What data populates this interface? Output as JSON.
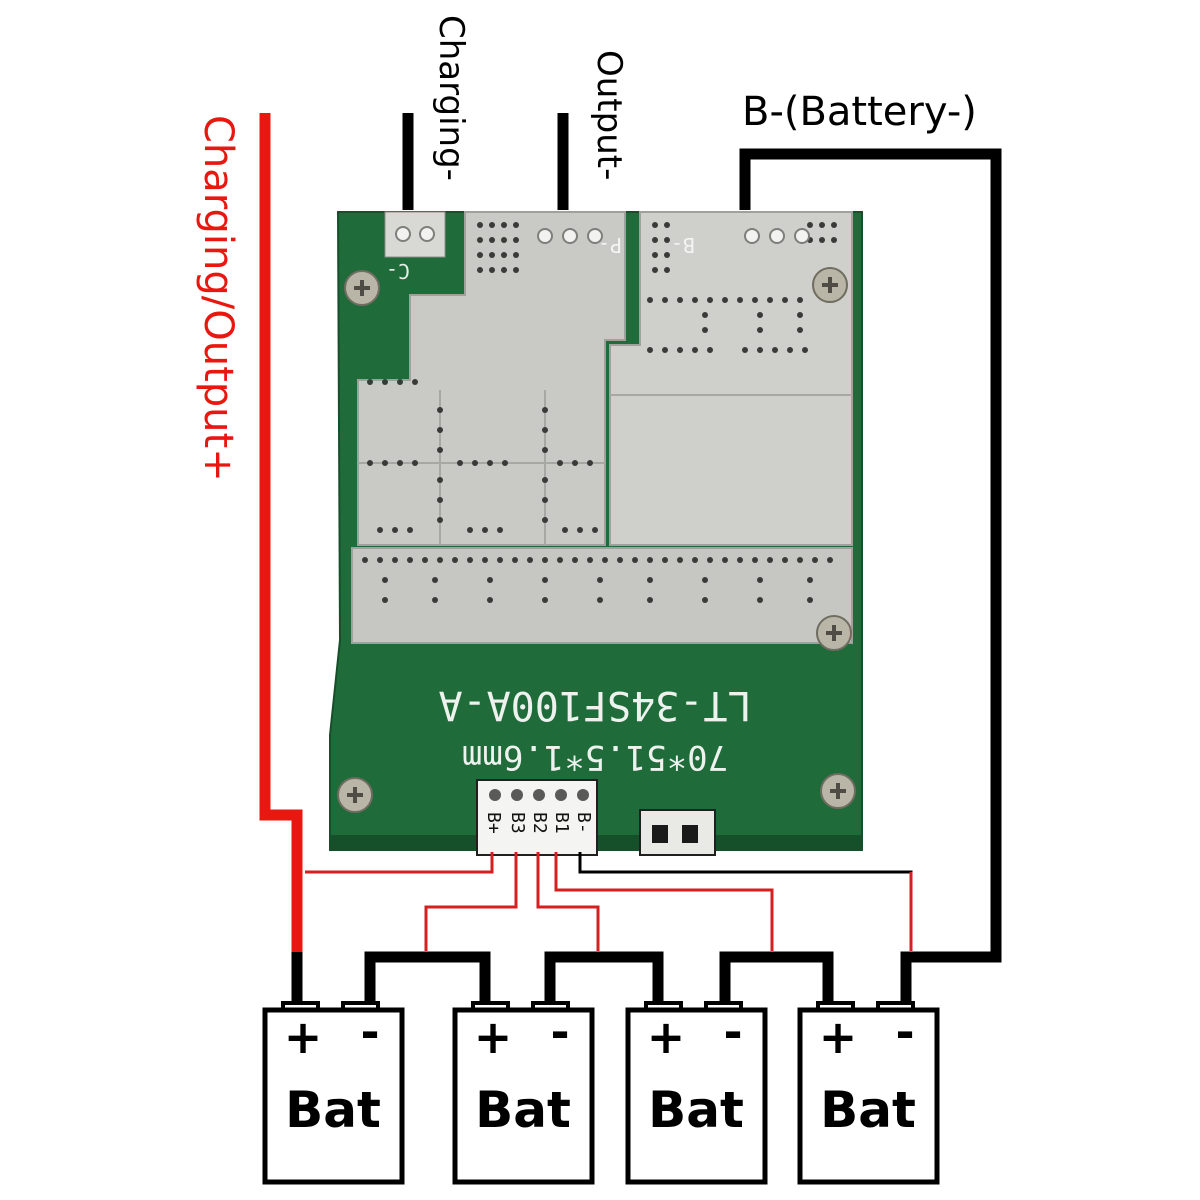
{
  "labels": {
    "charging_output_plus": "Charging/Output+",
    "charging_minus": "Charging-",
    "output_minus": "Output-",
    "b_minus_battery": "B-(Battery-)"
  },
  "board": {
    "model": "LT-34SF100A-A",
    "dimensions": "70*51.5*1.6mm",
    "pad_c": "C-",
    "pad_p": "P-",
    "pad_b": "B-"
  },
  "connector_pins": [
    "B+",
    "B3",
    "B2",
    "B1",
    "B-"
  ],
  "batteries": [
    {
      "plus": "+",
      "minus": "-",
      "label": "Bat"
    },
    {
      "plus": "+",
      "minus": "-",
      "label": "Bat"
    },
    {
      "plus": "+",
      "minus": "-",
      "label": "Bat"
    },
    {
      "plus": "+",
      "minus": "-",
      "label": "Bat"
    }
  ],
  "colors": {
    "positive_wire": "#e8170f",
    "negative_wire": "#000000",
    "balance_wire": "#d61f1f",
    "pcb_green": "#1f6b3a",
    "heatsink_silver": "#c9cac6"
  }
}
